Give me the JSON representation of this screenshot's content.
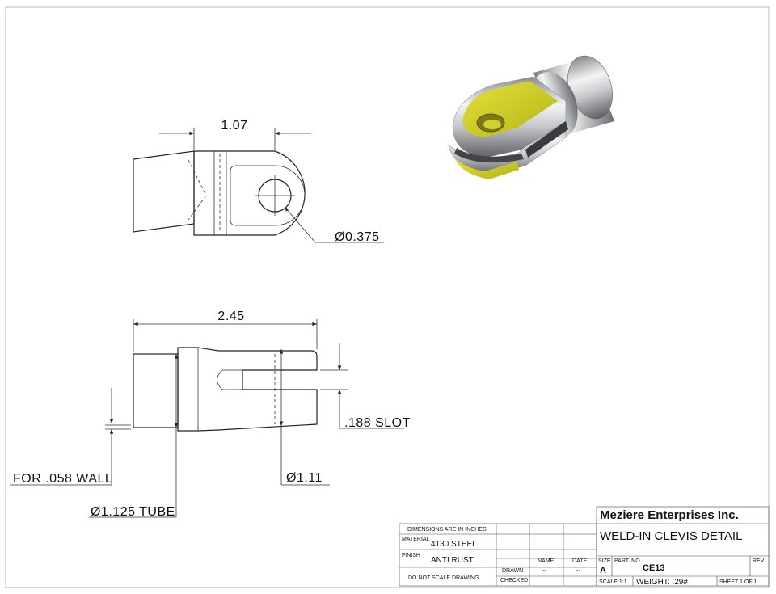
{
  "drawing": {
    "top_view": {
      "length_dim": "1.07",
      "hole_dim": "Ø0.375"
    },
    "side_view": {
      "length_dim": "2.45",
      "slot_dim": ".188 SLOT",
      "diameter_dim": "Ø1.11",
      "wall_note": "FOR .058 WALL",
      "tube_dim": "Ø1.125 TUBE"
    }
  },
  "title_block": {
    "company": "Meziere Enterprises Inc.",
    "title": "WELD-IN CLEVIS DETAIL",
    "dimensions_note": "DIMENSIONS ARE IN INCHES",
    "material_label": "MATERIAL",
    "material_value": "4130 STEEL",
    "finish_label": "FINISH",
    "finish_value": "ANTI RUST",
    "do_not_scale": "DO NOT SCALE DRAWING",
    "name_header": "NAME",
    "date_header": "DATE",
    "drawn_label": "DRAWN",
    "drawn_name": "--",
    "drawn_date": "--",
    "checked_label": "CHECKED",
    "size_label": "SIZE",
    "size_value": "A",
    "part_no_label": "PART. NO.",
    "part_no_value": "CE13",
    "rev_label": "REV.",
    "scale_value": "SCALE:1:1",
    "weight_value": "WEIGHT: .29#",
    "sheet_value": "SHEET 1 OF 1"
  },
  "colors": {
    "accent_yellow": "#d8d624",
    "steel_dark": "#6e7074",
    "steel_light": "#f2f2f2"
  }
}
